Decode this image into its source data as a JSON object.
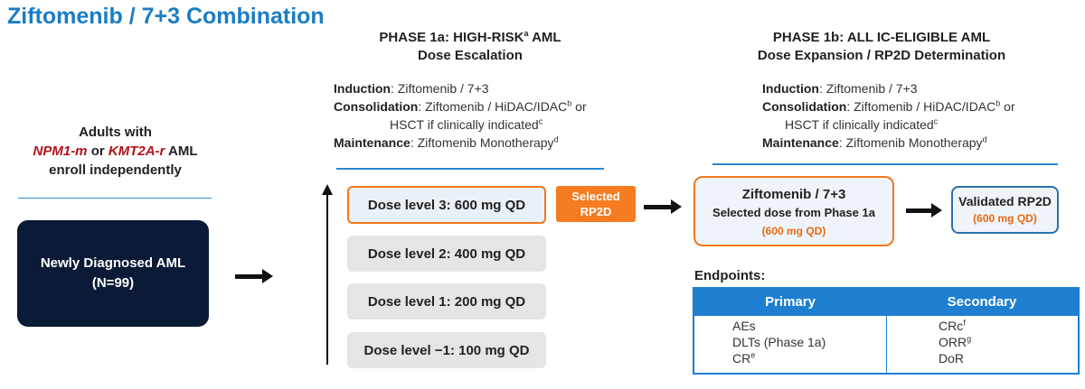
{
  "title": "Ziftomenib / 7+3 Combination",
  "left": {
    "adults_line1": "Adults with",
    "npm1": "NPM1-m",
    "or": " or ",
    "kmt2a": "KMT2A-r",
    "aml": " AML",
    "adults_line3": "enroll independently",
    "box_line1": "Newly Diagnosed AML",
    "box_line2": "(N=99)"
  },
  "phase1a": {
    "heading_pre": "PHASE 1a: HIGH-RISK",
    "heading_sup": "a",
    "heading_post": " AML",
    "subheading": "Dose Escalation",
    "induction_label": "Induction",
    "induction_value": ": Ziftomenib / 7+3",
    "consolidation_label": "Consolidation",
    "consolidation_value": ": Ziftomenib / HiDAC/IDAC",
    "consolidation_sup": "b",
    "consolidation_tail": " or",
    "hsct": "HSCT if clinically indicated",
    "hsct_sup": "c",
    "maintenance_label": "Maintenance",
    "maintenance_value": ": Ziftomenib Monotherapy",
    "maintenance_sup": "d",
    "doses": [
      "Dose level 3: 600 mg QD",
      "Dose level 2: 400 mg QD",
      "Dose level 1: 200 mg QD",
      "Dose level −1: 100 mg QD"
    ],
    "selected_line1": "Selected",
    "selected_line2": "RP2D"
  },
  "phase1b": {
    "heading": "PHASE 1b: ALL IC-ELIGIBLE AML",
    "subheading": "Dose Expansion / RP2D Determination",
    "induction_label": "Induction",
    "induction_value": ": Ziftomenib / 7+3",
    "consolidation_label": "Consolidation",
    "consolidation_value": ": Ziftomenib / HiDAC/IDAC",
    "consolidation_sup": "b",
    "consolidation_tail": " or",
    "hsct": "HSCT if clinically indicated",
    "hsct_sup": "c",
    "maintenance_label": "Maintenance",
    "maintenance_value": ": Ziftomenib Monotherapy",
    "maintenance_sup": "d",
    "combo_line1": "Ziftomenib / 7+3",
    "combo_line2": "Selected dose from Phase 1a",
    "combo_line3": "(600 mg QD)",
    "rp2d_line1": "Validated RP2D",
    "rp2d_line2": "(600 mg QD)"
  },
  "endpoints": {
    "label": "Endpoints:",
    "primary_header": "Primary",
    "secondary_header": "Secondary",
    "primary": [
      "AEs",
      "DLTs (Phase 1a)",
      "CR"
    ],
    "primary_sups": [
      "",
      "",
      "e"
    ],
    "secondary": [
      "CRc",
      "ORR",
      "DoR"
    ],
    "secondary_sups": [
      "f",
      "g",
      ""
    ]
  },
  "colors": {
    "title_blue": "#1a7dc4",
    "orange": "#f57c20",
    "navy": "#0b1a36",
    "table_blue": "#1e7fd1",
    "red_gene": "#b0121b"
  }
}
